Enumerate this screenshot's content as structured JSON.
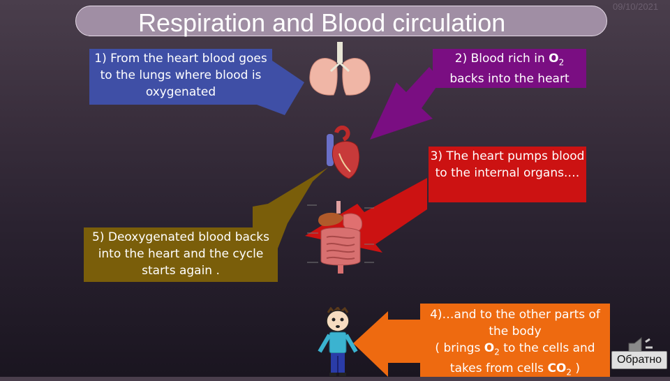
{
  "slide": {
    "title": "Respiration and Blood circulation",
    "date": "09/10/2021"
  },
  "steps": {
    "step1": {
      "text": "1) From the heart blood goes to the lungs where blood is oxygenated",
      "color": "#3f4fa6"
    },
    "step2": {
      "prefix": "2)  Blood rich in ",
      "chem": "O",
      "sub": "2",
      "suffix": "backs into the heart",
      "color": "#7a0e82"
    },
    "step3": {
      "text": "3)  The heart pumps blood to the internal organs.…",
      "color": "#cc1212"
    },
    "step4": {
      "line1": "4)…and to the other parts of the body",
      "line2a": "( brings ",
      "chem1": "O",
      "sub1": "2",
      "line2b": " to the cells and",
      "line3a": "takes from cells ",
      "chem2": "CO",
      "sub2": "2",
      "line3b": "  )",
      "color": "#ee6a10"
    },
    "step5": {
      "text": "5) Deoxygenated blood backs into the heart and the cycle starts again .",
      "color": "#7a5e0a"
    }
  },
  "icons": {
    "lungs": "lungs-icon",
    "heart": "heart-icon",
    "organs": "digestive-organs-icon",
    "person": "person-icon",
    "sound": "speaker-icon"
  },
  "nav": {
    "back_label": "Обратно"
  }
}
